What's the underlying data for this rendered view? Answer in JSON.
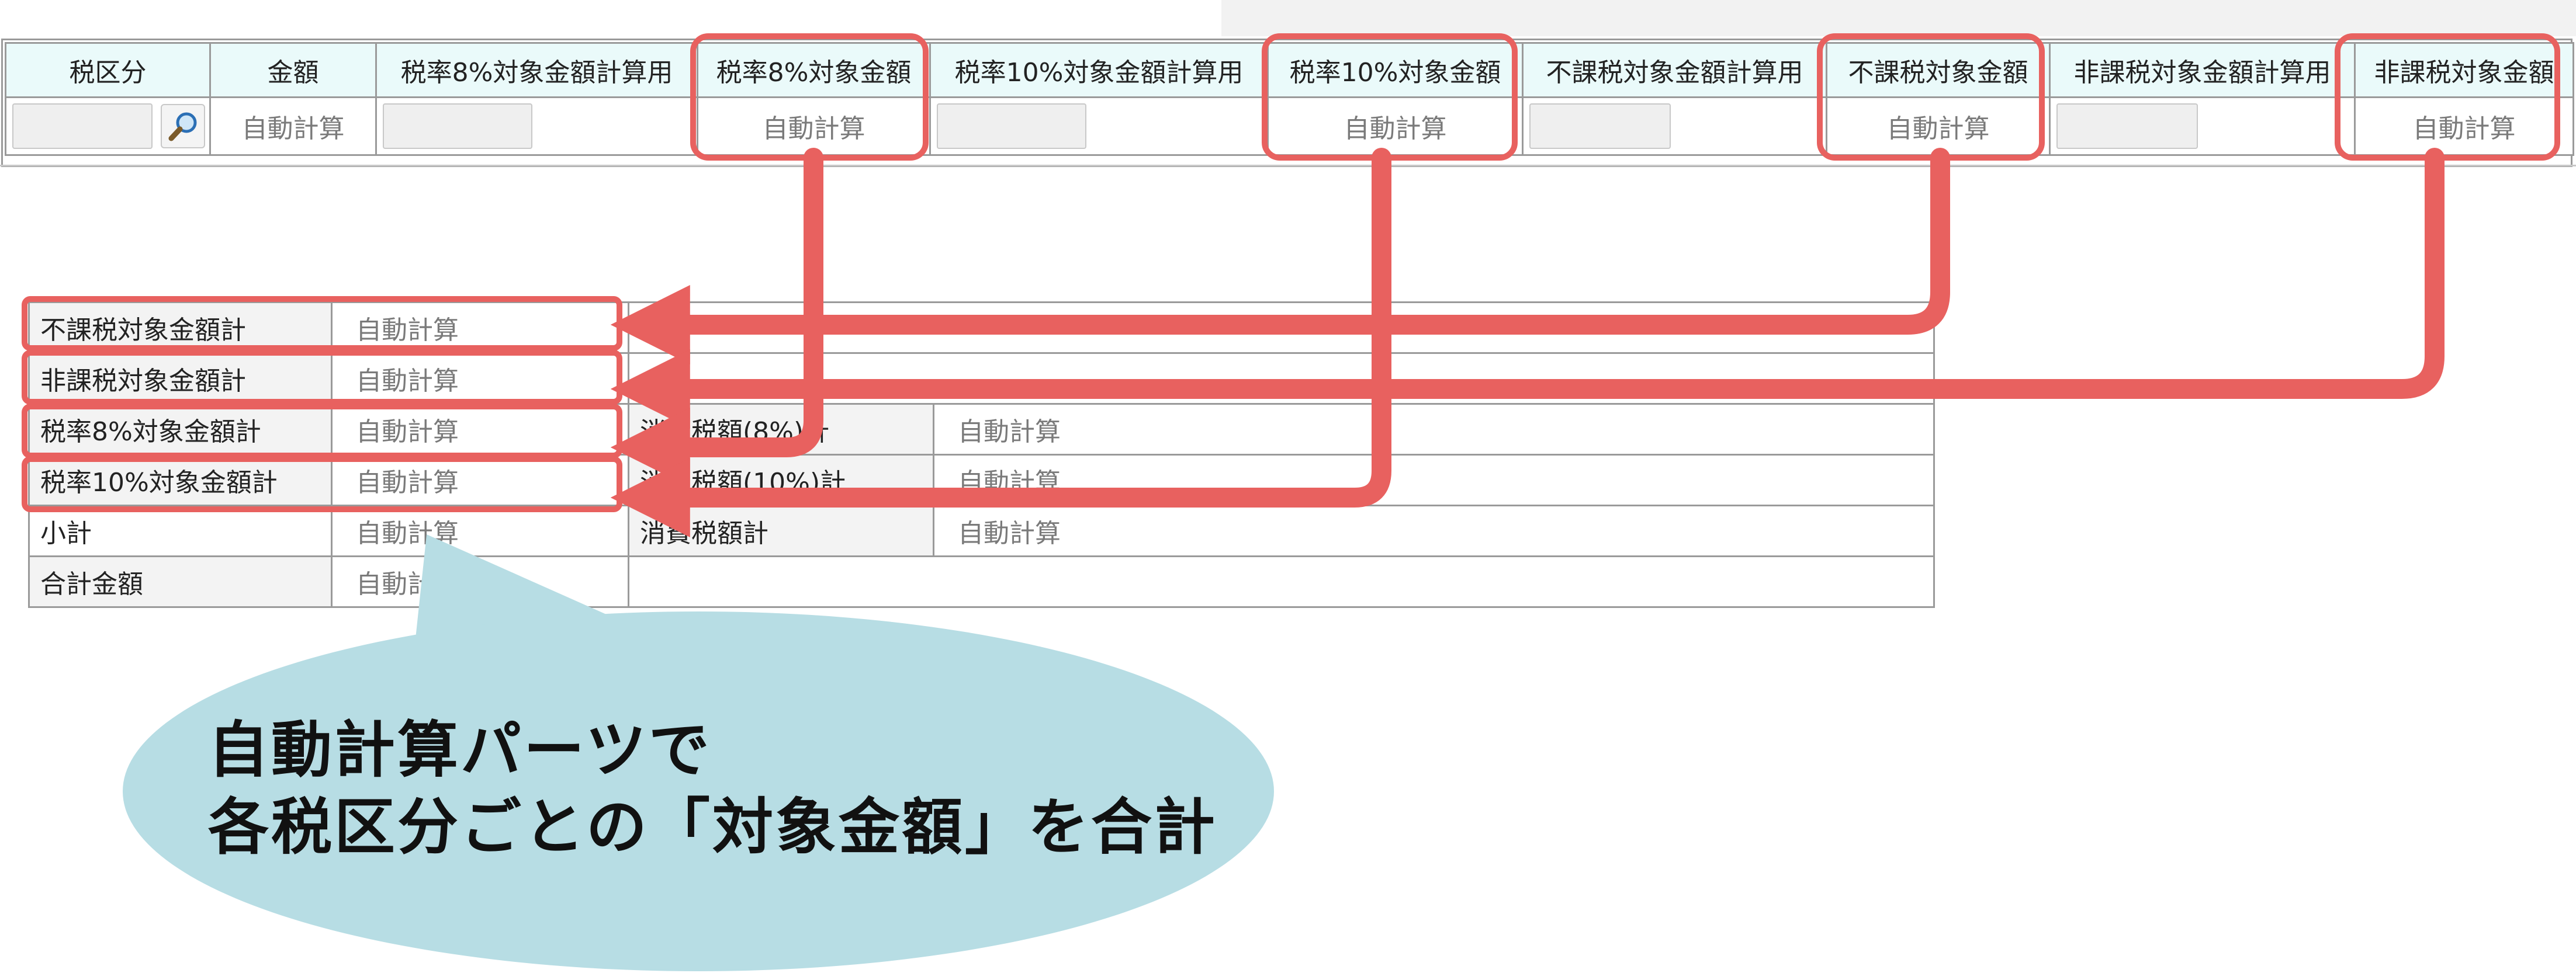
{
  "top_table": {
    "headers": [
      "税区分",
      "金額",
      "税率8%対象金額計算用",
      "税率8%対象金額",
      "税率10%対象金額計算用",
      "税率10%対象金額",
      "不課税対象金額計算用",
      "不課税対象金額",
      "非課税対象金額計算用",
      "非課税対象金額"
    ],
    "auto_label": "自動計算"
  },
  "summary": {
    "nontaxable_out_of_scope_total": "不課税対象金額計",
    "tax_exempt_total": "非課税対象金額計",
    "rate8_total": "税率8%対象金額計",
    "rate10_total": "税率10%対象金額計",
    "subtotal": "小計",
    "grand_total": "合計金額",
    "tax8_total": "消費税額(8%)計",
    "tax10_total": "消費税額(10%)計",
    "tax_total": "消費税額計",
    "auto_label": "自動計算"
  },
  "callout": {
    "line1": "自動計算パーツで",
    "line2": "各税区分ごとの「対象金額」を合計"
  },
  "colors": {
    "highlight": "#e8615f",
    "callout_fill": "#b7dde4",
    "header_fill": "#eafafa"
  },
  "icons": [
    "search-icon"
  ]
}
